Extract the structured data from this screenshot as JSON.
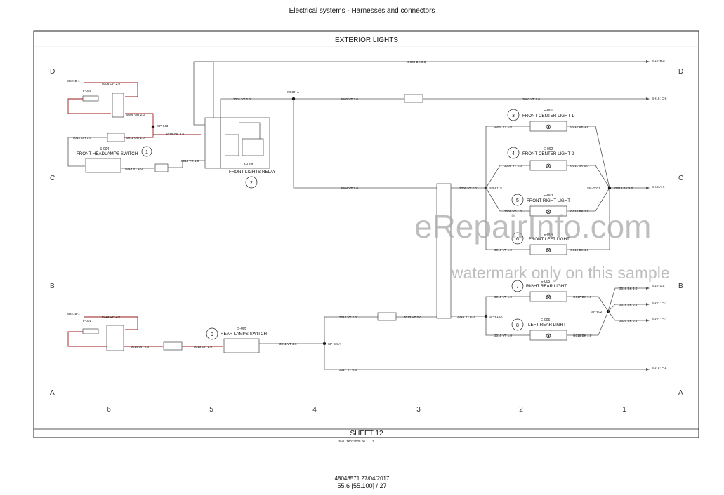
{
  "page": {
    "header": "Electrical systems - Harnesses and connectors",
    "footer_doc": "48048571 27/04/2017",
    "footer_page": "55.6 [55.100] / 27",
    "diagram_title": "EXTERIOR LIGHTS",
    "sheet": "SHEET 12",
    "drawing_ref": "SHU.16032025.06",
    "drawing_rev": "1"
  },
  "grid": {
    "rows": [
      "D",
      "C",
      "B",
      "A"
    ],
    "cols": [
      "6",
      "5",
      "4",
      "3",
      "2",
      "1"
    ]
  },
  "components": {
    "c1": {
      "num": "1",
      "code": "S-004",
      "name": "FRONT HEADLAMPS SWITCH"
    },
    "c2": {
      "num": "2",
      "code": "K-008",
      "name": "FRONT LIGHTS RELAY"
    },
    "c3": {
      "num": "3",
      "code": "E-001",
      "name": "FRONT CENTER LIGHT 1"
    },
    "c4": {
      "num": "4",
      "code": "E-002",
      "name": "FRONT CENTER LIGHT 2"
    },
    "c5": {
      "num": "5",
      "code": "E-003",
      "name": "FRONT RIGHT LIGHT"
    },
    "c6": {
      "num": "6",
      "code": "E-004",
      "name": "FRONT LEFT LIGHT"
    },
    "c7": {
      "num": "7",
      "code": "E-005",
      "name": "RIGHT REAR LIGHT"
    },
    "c8": {
      "num": "8",
      "code": "E-006",
      "name": "LEFT REAR LIGHT"
    },
    "c9": {
      "num": "9",
      "code": "S-005",
      "name": "REAR LAMPS SWITCH"
    }
  },
  "fuses": {
    "f1": "F-005",
    "f2": "F-001"
  },
  "splices": {
    "sp1": "SP-911A",
    "sp2": "SP-943",
    "sp3": "SP-911S",
    "sp4": "SP-G011",
    "sp5": "SP-902",
    "sp6": "SP-912A",
    "sp7": "SP-921A"
  },
  "wires": {
    "w5008": "5008 OR 2.0",
    "w5009": "5009 OR 2.0",
    "w5010": "5010 OR 2.0",
    "w5011": "5011 OR 1.0",
    "w5012": "5012 OR 1.0",
    "w5019": "5019 VT 1.0",
    "w5018": "5018 YE 1.0",
    "wG033": "G033 BK 0.8",
    "w3001": "3001 VT 2.0",
    "w3002": "3002 VT 3.0",
    "w3003": "3003 VT 2.0",
    "w3004": "3004 VT 2.0",
    "w3006": "3006 VT 2.0",
    "w3007": "3007 VT 1.0",
    "w3008": "3008 VT 1.0",
    "w3009": "3009 VT 1.0",
    "w3010": "3010 VT 1.0",
    "wG012": "G012 BK 1.0",
    "wG011": "G011 BK 1.0",
    "wG014": "G014 BK 1.0",
    "wG015": "G015 BK 1.0",
    "wG013": "G013 BK 2.0",
    "w5013": "5013 OR 2.0",
    "w5014": "5014 OR 2.0",
    "w5015": "5015 OR 2.0",
    "w3011": "3011 VT 2.0",
    "w3012": "3012 VT 2.0",
    "w3013": "3013 VT 2.0",
    "w3014": "3014 VT 2.0",
    "w3015": "3015 VT 1.0",
    "w3016": "3016 VT 1.0",
    "wG017": "G017 BK 1.0",
    "wG018": "G018 BK 1.0",
    "wG016": "G016 BK 3.0",
    "wG019": "G019 BK 0.8",
    "wG020": "G020 BK 0.8",
    "w3017": "3017 VT 0.8"
  },
  "refs": {
    "r1": "SH4: B-6",
    "r2": "SH16: C-6",
    "r3": "SH4: A-6",
    "r4": "SH4: A-6",
    "r5": "SH21: C-1",
    "r6": "SH21: C-1",
    "r7": "SH16: C-6",
    "r8": "SH2: B-1",
    "r9": "SH2: B-1"
  },
  "watermark": {
    "line1": "eRepairInfo.com",
    "line2": "watermark only on this sample"
  }
}
